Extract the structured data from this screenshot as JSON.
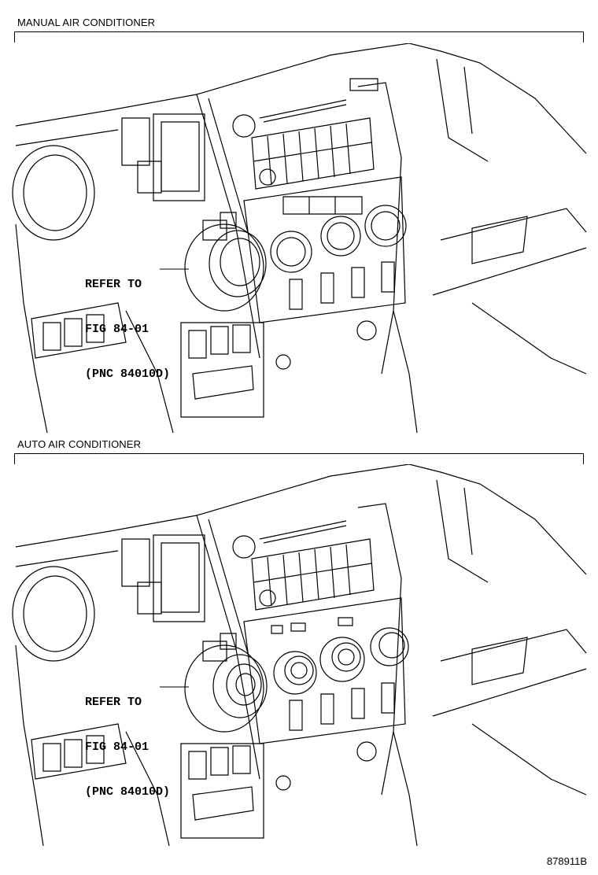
{
  "sections": [
    {
      "title": "MANUAL AIR CONDITIONER",
      "callout": [
        "REFER TO",
        "FIG 84-01",
        "(PNC 84010D)"
      ]
    },
    {
      "title": "AUTO AIR CONDITIONER",
      "callout": [
        "REFER TO",
        "FIG 84-01",
        "(PNC 84010D)"
      ]
    }
  ],
  "illustration_code": "878911B"
}
